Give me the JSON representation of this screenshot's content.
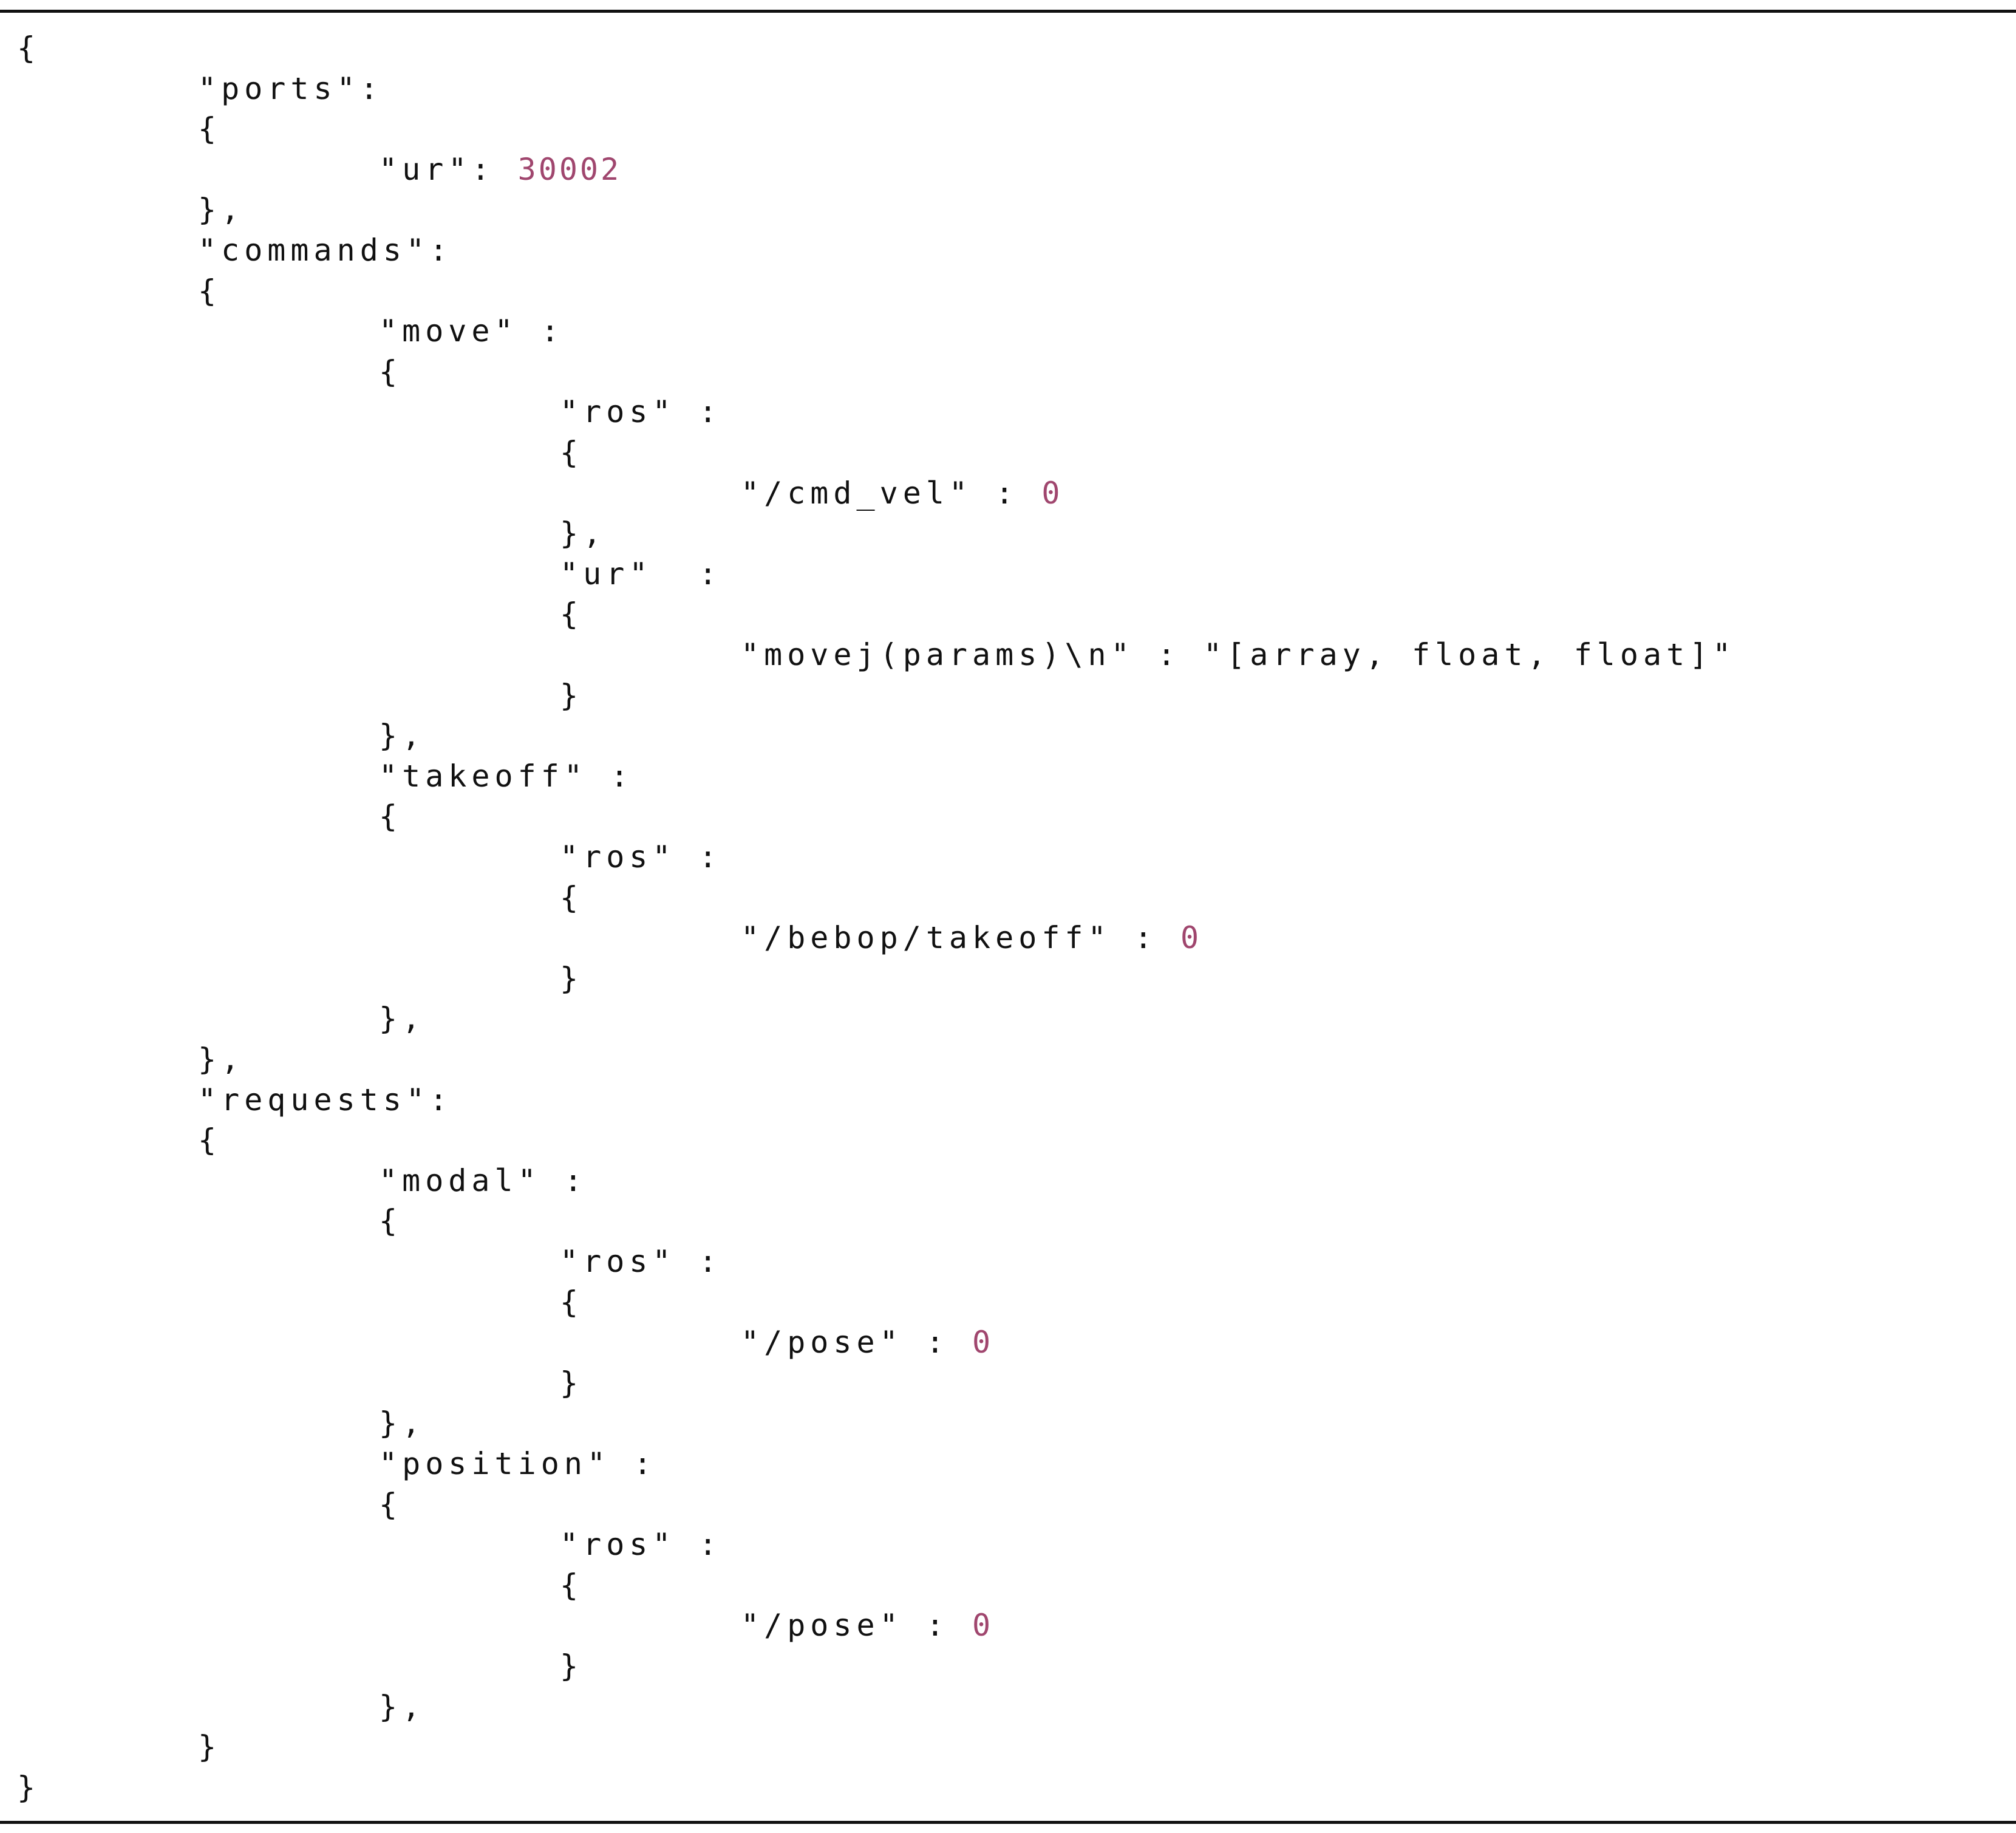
{
  "code_lines": [
    {
      "indent": 0,
      "text": "{",
      "value": ""
    },
    {
      "indent": 1,
      "text": "\"ports\":",
      "value": ""
    },
    {
      "indent": 1,
      "text": "{",
      "value": ""
    },
    {
      "indent": 2,
      "text": "\"ur\": ",
      "value": "30002"
    },
    {
      "indent": 1,
      "text": "},",
      "value": ""
    },
    {
      "indent": 1,
      "text": "\"commands\":",
      "value": ""
    },
    {
      "indent": 1,
      "text": "{",
      "value": ""
    },
    {
      "indent": 2,
      "text": "\"move\" :",
      "value": ""
    },
    {
      "indent": 2,
      "text": "{",
      "value": ""
    },
    {
      "indent": 3,
      "text": "\"ros\" :",
      "value": ""
    },
    {
      "indent": 3,
      "text": "{",
      "value": ""
    },
    {
      "indent": 4,
      "text": "\"/cmd_vel\" : ",
      "value": "0"
    },
    {
      "indent": 3,
      "text": "},",
      "value": ""
    },
    {
      "indent": 3,
      "text": "\"ur\"  :",
      "value": ""
    },
    {
      "indent": 3,
      "text": "{",
      "value": ""
    },
    {
      "indent": 4,
      "text": "\"movej(params)\\n\" : \"[array, float, float]\"",
      "value": ""
    },
    {
      "indent": 3,
      "text": "}",
      "value": ""
    },
    {
      "indent": 2,
      "text": "},",
      "value": ""
    },
    {
      "indent": 2,
      "text": "\"takeoff\" :",
      "value": ""
    },
    {
      "indent": 2,
      "text": "{",
      "value": ""
    },
    {
      "indent": 3,
      "text": "\"ros\" :",
      "value": ""
    },
    {
      "indent": 3,
      "text": "{",
      "value": ""
    },
    {
      "indent": 4,
      "text": "\"/bebop/takeoff\" : ",
      "value": "0"
    },
    {
      "indent": 3,
      "text": "}",
      "value": ""
    },
    {
      "indent": 2,
      "text": "},",
      "value": ""
    },
    {
      "indent": 1,
      "text": "},",
      "value": ""
    },
    {
      "indent": 1,
      "text": "\"requests\":",
      "value": ""
    },
    {
      "indent": 1,
      "text": "{",
      "value": ""
    },
    {
      "indent": 2,
      "text": "\"modal\" :",
      "value": ""
    },
    {
      "indent": 2,
      "text": "{",
      "value": ""
    },
    {
      "indent": 3,
      "text": "\"ros\" :",
      "value": ""
    },
    {
      "indent": 3,
      "text": "{",
      "value": ""
    },
    {
      "indent": 4,
      "text": "\"/pose\" : ",
      "value": "0"
    },
    {
      "indent": 3,
      "text": "}",
      "value": ""
    },
    {
      "indent": 2,
      "text": "},",
      "value": ""
    },
    {
      "indent": 2,
      "text": "\"position\" :",
      "value": ""
    },
    {
      "indent": 2,
      "text": "{",
      "value": ""
    },
    {
      "indent": 3,
      "text": "\"ros\" :",
      "value": ""
    },
    {
      "indent": 3,
      "text": "{",
      "value": ""
    },
    {
      "indent": 4,
      "text": "\"/pose\" : ",
      "value": "0"
    },
    {
      "indent": 3,
      "text": "}",
      "value": ""
    },
    {
      "indent": 2,
      "text": "},",
      "value": ""
    },
    {
      "indent": 1,
      "text": "}",
      "value": ""
    },
    {
      "indent": 0,
      "text": "}",
      "value": ""
    }
  ],
  "colors": {
    "text": "#111111",
    "number": "#a0466e",
    "rule": "#111111",
    "background": "#ffffff"
  }
}
